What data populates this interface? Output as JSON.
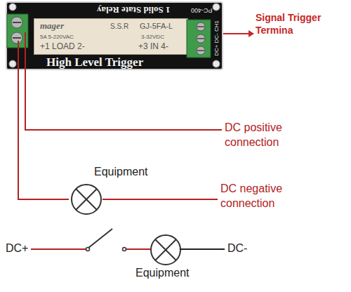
{
  "diagram": {
    "nodes": [
      {
        "text": [
          "1 Solid State Relay",
          "High Level Trigger",
          "PC-400",
          "DC+ DC- CH1"
        ]
      },
      {
        "text": [
          "mager",
          "S.S.R",
          "GJ-5FA-L",
          "5A 5-220VAC",
          "+1 LOAD 2-",
          "3-32VDC",
          "+3 IN 4-"
        ],
        "in": 0
      },
      {
        "text": [
          "Equipment"
        ]
      },
      {
        "text": [
          "Equipment"
        ]
      }
    ],
    "edges": [
      {
        "from": 0,
        "to": 2,
        "arrow": "none"
      }
    ],
    "labels": [
      "Signal Trigger Termina",
      "DC positive connection",
      "DC negative connection",
      "DC+",
      "DC-"
    ]
  }
}
